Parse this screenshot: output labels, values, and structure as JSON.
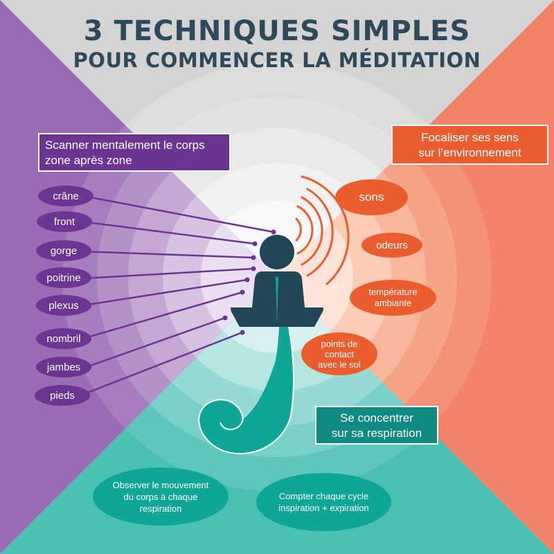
{
  "title": {
    "line1": "3 TECHNIQUES SIMPLES",
    "line2": "POUR COMMENCER LA MÉDITATION"
  },
  "body_scan": {
    "heading": "Scanner mentalement le corps\nzone après zone",
    "parts": [
      "crâne",
      "front",
      "gorge",
      "poitrine",
      "plexus",
      "nombril",
      "jambes",
      "pieds"
    ]
  },
  "senses": {
    "heading": "Focaliser ses sens\nsur l’environnement",
    "items": [
      "sons",
      "odeurs",
      "température\nambiante",
      "points de\ncontact\navec le sol"
    ]
  },
  "breathing": {
    "heading": "Se concentrer\nsur sa respiration",
    "tips": [
      "Observer le mouvement\ndu corps à chaque\nrespiration",
      "Compter chaque cycle\ninspiration + expiration"
    ]
  },
  "colors": {
    "title": "#2e4a58",
    "body_scan": "#6b3591",
    "senses": "#ec5d2e",
    "breathing": "#0ea796",
    "figure": "#234656"
  }
}
